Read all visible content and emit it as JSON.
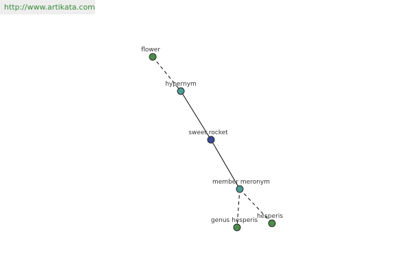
{
  "banner": {
    "url": "http://www.artikata.com",
    "text_color": "#3a8a3a",
    "background": "#eeeeee"
  },
  "colors": {
    "leaf": "#4c8c4c",
    "relation": "#4c9a94",
    "focus": "#3a4a9a",
    "node_stroke": "#2a2a2a",
    "edge": "#000000"
  },
  "nodes": {
    "flower": {
      "label": "flower",
      "kind": "leaf"
    },
    "hypernym": {
      "label": "hypernym",
      "kind": "relation"
    },
    "sweet_rocket": {
      "label": "sweet rocket",
      "kind": "focus"
    },
    "member_meronym": {
      "label": "member meronym",
      "kind": "relation"
    },
    "genus_hesperis": {
      "label": "genus hesperis",
      "kind": "leaf"
    },
    "hesperis": {
      "label": "hesperis",
      "kind": "leaf"
    }
  },
  "edges": [
    {
      "from": "flower",
      "to": "hypernym",
      "style": "dashed"
    },
    {
      "from": "hypernym",
      "to": "sweet_rocket",
      "style": "solid"
    },
    {
      "from": "sweet_rocket",
      "to": "member_meronym",
      "style": "solid"
    },
    {
      "from": "member_meronym",
      "to": "genus_hesperis",
      "style": "dashed"
    },
    {
      "from": "member_meronym",
      "to": "hesperis",
      "style": "dashed"
    }
  ]
}
